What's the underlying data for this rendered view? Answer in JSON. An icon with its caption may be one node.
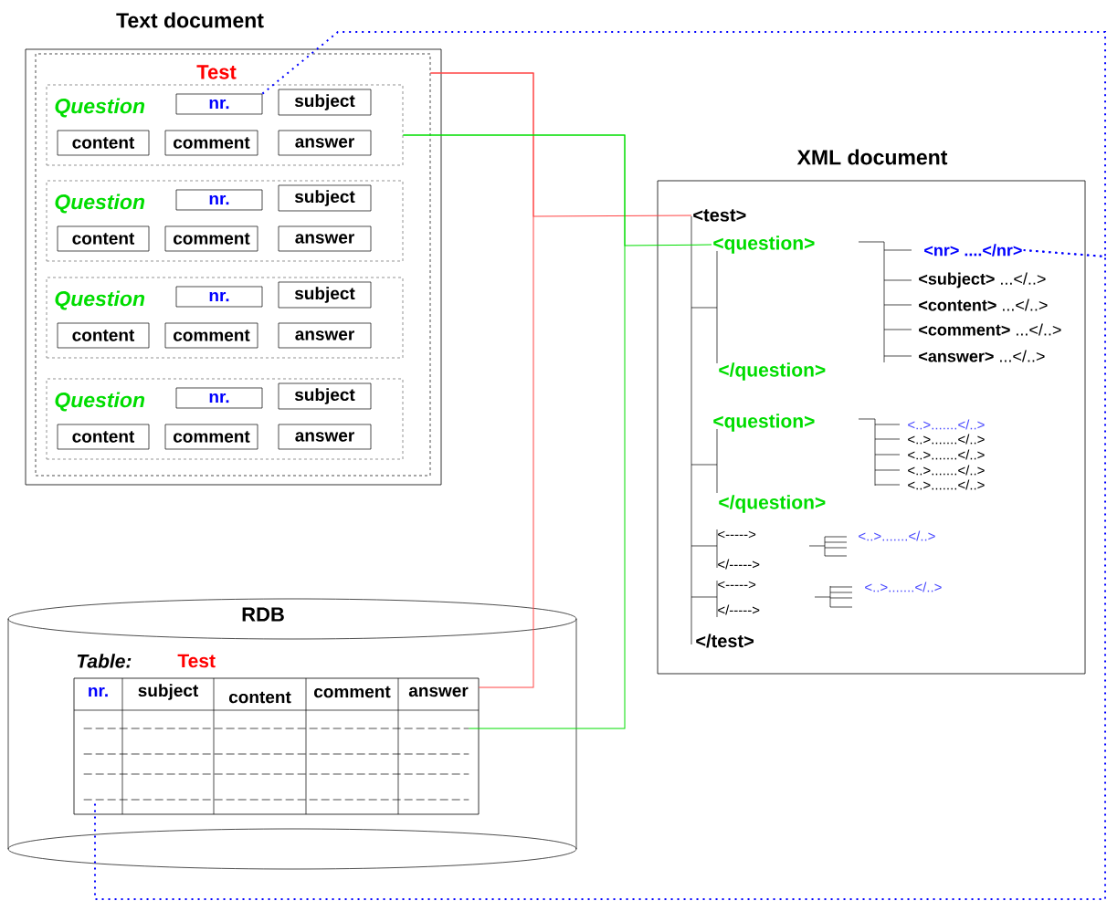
{
  "diagram": {
    "nodes": [
      {
        "text": [
          "Text document"
        ]
      },
      {
        "text": [
          "Test"
        ],
        "in": 0
      },
      {
        "text": [
          "Question"
        ],
        "in": 1
      },
      {
        "text": [
          "nr."
        ],
        "in": 2
      },
      {
        "text": [
          "subject"
        ],
        "in": 2
      },
      {
        "text": [
          "content"
        ],
        "in": 2
      },
      {
        "text": [
          "comment"
        ],
        "in": 2
      },
      {
        "text": [
          "answer"
        ],
        "in": 2
      },
      {
        "text": [
          "Question"
        ],
        "in": 1
      },
      {
        "text": [
          "nr."
        ],
        "in": 8
      },
      {
        "text": [
          "subject"
        ],
        "in": 8
      },
      {
        "text": [
          "content"
        ],
        "in": 8
      },
      {
        "text": [
          "comment"
        ],
        "in": 8
      },
      {
        "text": [
          "answer"
        ],
        "in": 8
      },
      {
        "text": [
          "Question"
        ],
        "in": 1
      },
      {
        "text": [
          "nr."
        ],
        "in": 14
      },
      {
        "text": [
          "subject"
        ],
        "in": 14
      },
      {
        "text": [
          "content"
        ],
        "in": 14
      },
      {
        "text": [
          "comment"
        ],
        "in": 14
      },
      {
        "text": [
          "answer"
        ],
        "in": 14
      },
      {
        "text": [
          "Question"
        ],
        "in": 1
      },
      {
        "text": [
          "nr."
        ],
        "in": 20
      },
      {
        "text": [
          "subject"
        ],
        "in": 20
      },
      {
        "text": [
          "content"
        ],
        "in": 20
      },
      {
        "text": [
          "comment"
        ],
        "in": 20
      },
      {
        "text": [
          "answer"
        ],
        "in": 20
      },
      {
        "text": [
          "XML document"
        ]
      },
      {
        "text": [
          "<test>"
        ],
        "in": 26
      },
      {
        "text": [
          "<question>"
        ],
        "in": 26
      },
      {
        "text": [
          "<nr> ....</nr>"
        ],
        "in": 26
      },
      {
        "text": [
          "RDB"
        ]
      },
      {
        "text": [],
        "shape": "box",
        "in": 30
      },
      {
        "text": [
          "nr."
        ],
        "in": 31
      },
      {
        "text": [
          "subject"
        ],
        "in": 31
      },
      {
        "text": [
          "content"
        ],
        "in": 31
      },
      {
        "text": [
          "comment"
        ],
        "in": 31
      },
      {
        "text": [
          "answer"
        ],
        "in": 31
      },
      {
        "text": [],
        "shape": "line",
        "in": 31
      },
      {
        "text": [],
        "shape": "line",
        "in": 31
      },
      {
        "text": [],
        "shape": "line",
        "in": 31
      },
      {
        "text": [],
        "shape": "line",
        "in": 31
      }
    ],
    "edges": [
      {
        "from": 1,
        "to": 27,
        "arrow": "none",
        "color": "#ff4444"
      },
      {
        "from": 1,
        "to": 36,
        "arrow": "none",
        "color": "#ff4444"
      },
      {
        "from": 2,
        "to": 28,
        "arrow": "none",
        "color": "#00dd00"
      },
      {
        "from": 2,
        "to": 37,
        "arrow": "none",
        "color": "#00dd00"
      },
      {
        "from": 3,
        "to": 29,
        "arrow": "none",
        "style": "dashed",
        "color": "#0000ff"
      },
      {
        "from": 29,
        "to": 40,
        "arrow": "none",
        "style": "dashed",
        "color": "#0000ff"
      }
    ],
    "labels": [
      "**<subject>** ...</..>",
      "**<content>** ...</..>",
      "**<comment>** ...</..>",
      "**<answer>** ...</..>",
      "</question>",
      "<question>",
      "<..>.......</..>",
      "<..>.......</..>",
      "<..>.......</..>",
      "<..>.......</..>",
      "<..>.......</..>",
      "</question>",
      "<----->",
      "<..>.......</..>",
      "</----->",
      "<----->",
      "<..>.......</..>",
      "</----->",
      "</test>",
      "Table:",
      "Test"
    ]
  }
}
